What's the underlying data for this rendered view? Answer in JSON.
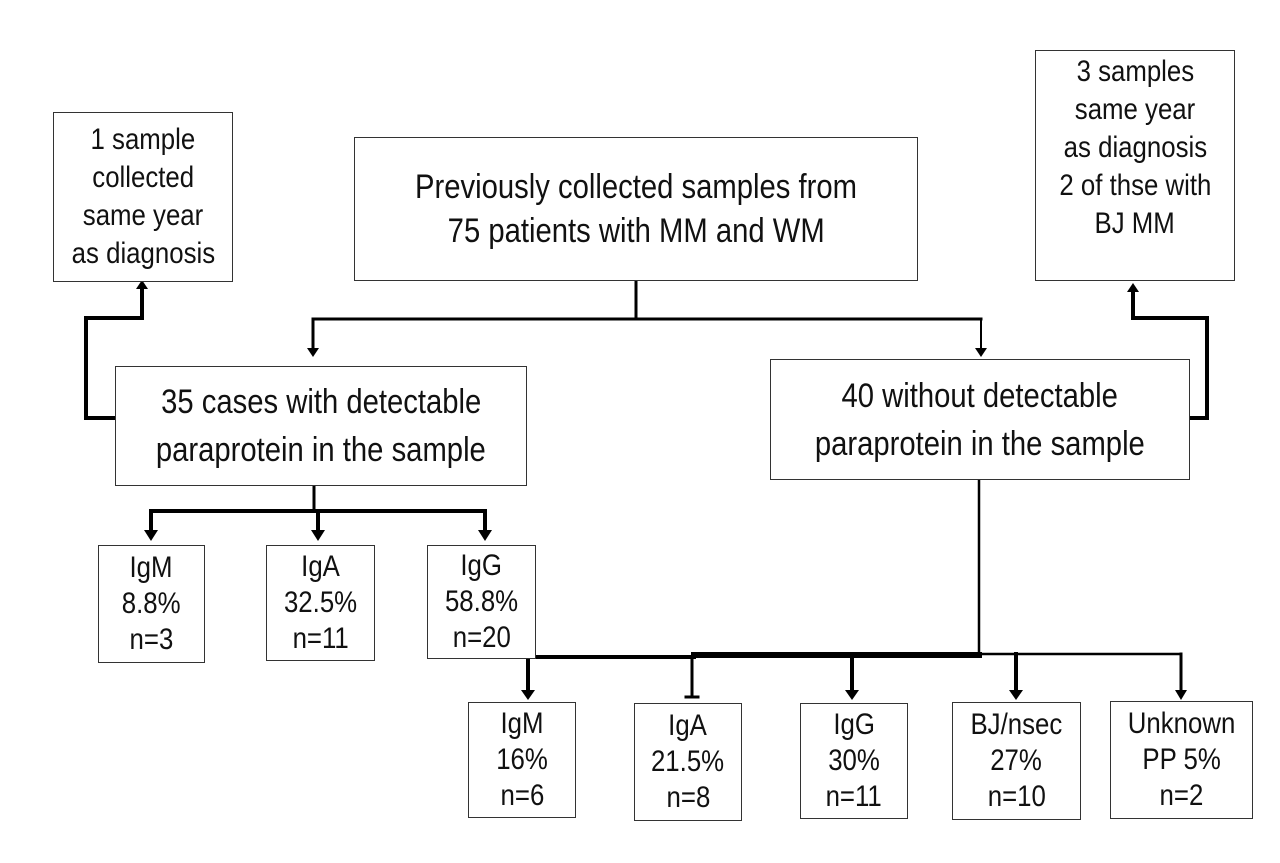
{
  "diagram": {
    "type": "flowchart",
    "root": {
      "lines": [
        "Previously collected samples from",
        "75 patients with MM and WM"
      ]
    },
    "note_left": {
      "lines": [
        "1 sample",
        "collected",
        "same year",
        "as diagnosis"
      ]
    },
    "note_right": {
      "lines": [
        "3 samples",
        "same year",
        "as diagnosis",
        "2 of thse with",
        "BJ MM"
      ]
    },
    "branch_detectable": {
      "lines": [
        "35 cases with detectable",
        "paraprotein in the sample"
      ]
    },
    "branch_undetectable": {
      "lines": [
        "40 without detectable",
        "paraprotein in the sample"
      ]
    },
    "detectable_subtypes": [
      {
        "type": "IgM",
        "percent": "8.8%",
        "n": "n=3"
      },
      {
        "type": "IgA",
        "percent": "32.5%",
        "n": "n=11"
      },
      {
        "type": "IgG",
        "percent": "58.8%",
        "n": "n=20"
      }
    ],
    "overall_subtypes": [
      {
        "type": "IgM",
        "percent": "16%",
        "n": "n=6"
      },
      {
        "type": "IgA",
        "percent": "21.5%",
        "n": "n=8"
      },
      {
        "type": "IgG",
        "percent": "30%",
        "n": "n=11"
      },
      {
        "type": "BJ/nsec",
        "percent": "27%",
        "n": "n=10"
      },
      {
        "type": "Unknown",
        "percent": "PP 5%",
        "n": "n=2"
      }
    ]
  }
}
